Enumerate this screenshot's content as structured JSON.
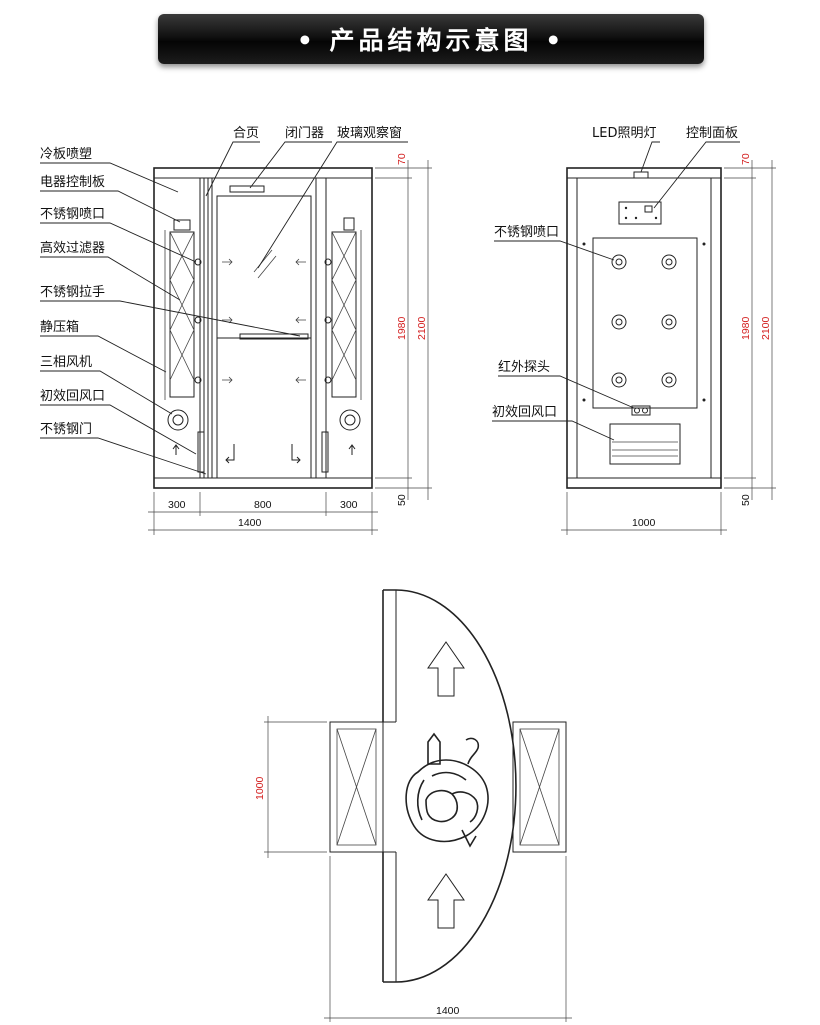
{
  "title": "• 产品结构示意图 •",
  "front_view": {
    "labels_left": [
      "冷板喷塑",
      "电器控制板",
      "不锈钢喷口",
      "高效过滤器",
      "不锈钢拉手",
      "静压箱",
      "三相风机",
      "初效回风口",
      "不锈钢门"
    ],
    "labels_top": [
      "合页",
      "闭门器",
      "玻璃观察窗"
    ],
    "dim_side": "300",
    "dim_center": "800",
    "dim_width": "1400",
    "dim_top": "70",
    "dim_body": "1980",
    "dim_height": "2100",
    "dim_bottom": "50"
  },
  "side_view": {
    "labels": [
      "LED照明灯",
      "控制面板",
      "不锈钢喷口",
      "红外探头",
      "初效回风口"
    ],
    "dim_width": "1000",
    "dim_top": "70",
    "dim_body": "1980",
    "dim_height": "2100",
    "dim_bottom": "50"
  },
  "plan_view": {
    "dim_depth": "1000",
    "dim_width": "1400"
  },
  "colors": {
    "banner": "#111111",
    "dimension_red": "#d42020",
    "line": "#222222"
  }
}
